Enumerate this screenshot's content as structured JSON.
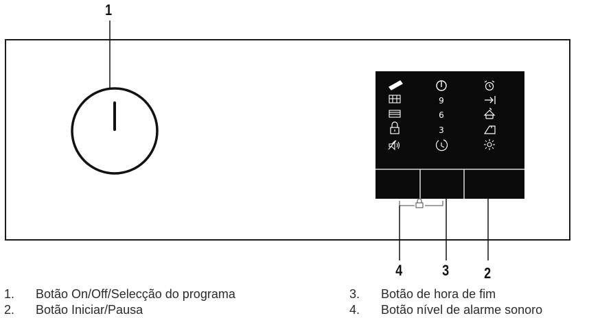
{
  "callouts": [
    "1",
    "4",
    "3",
    "2"
  ],
  "legend": {
    "left": [
      {
        "index": "1.",
        "text": "Botão On/Off/Selecção do programa"
      },
      {
        "index": "2.",
        "text": "Botão Iniciar/Pausa"
      }
    ],
    "right": [
      {
        "index": "3.",
        "text": "Botão de hora de fim"
      },
      {
        "index": "4.",
        "text": "Botão nível de alarme sonoro"
      }
    ]
  },
  "display": {
    "numbers": [
      "9",
      "6",
      "3"
    ],
    "icons": {
      "left": [
        "towel-icon",
        "wool-icon",
        "cotton-icon",
        "child-lock-icon",
        "sound-off-icon"
      ],
      "middle": [
        "power-icon",
        "9",
        "6",
        "3",
        "timer-icon"
      ],
      "right": [
        "alarm-clock-icon",
        "end-arrow-icon",
        "hanger-icon",
        "iron-icon",
        "brightness-icon"
      ]
    },
    "colors": {
      "panel": "#0a0a0a",
      "line": "#ffffff",
      "divider": "#d9d9d9"
    }
  }
}
